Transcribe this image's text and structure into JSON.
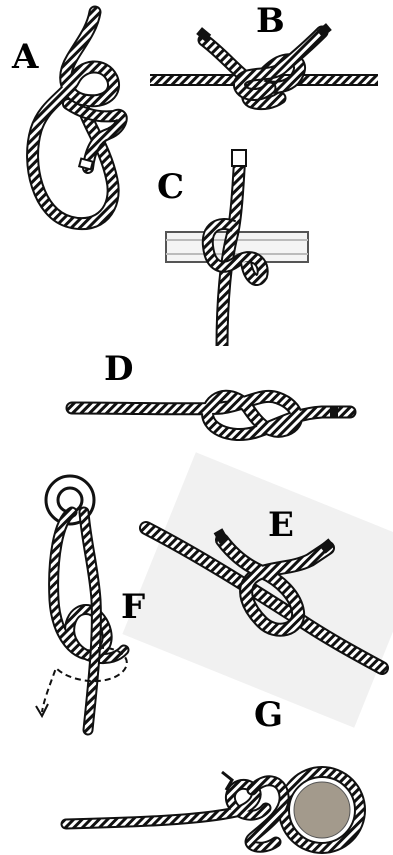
{
  "labels": {
    "a": "A",
    "b": "B",
    "c": "C",
    "d": "D",
    "e": "E",
    "f": "F",
    "g": "G"
  },
  "colors": {
    "rope_dark": "#111111",
    "rope_light": "#ffffff",
    "pole": "#bbbbbb",
    "ring_fill": "#a39a8c",
    "e_background": "#f1f1f1"
  }
}
